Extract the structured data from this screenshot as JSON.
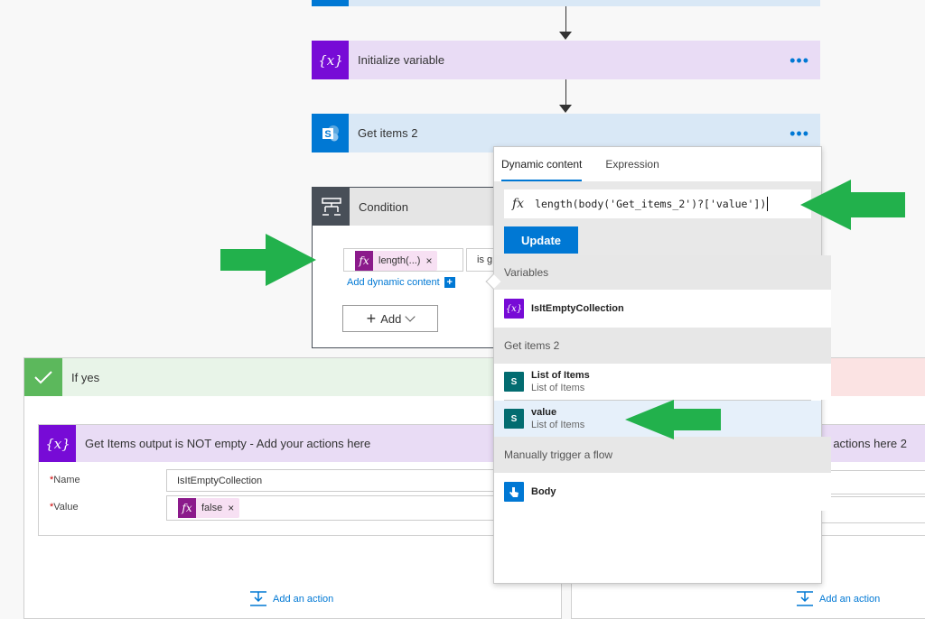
{
  "steps": {
    "initialize_variable": {
      "title": "Initialize variable",
      "more": "•••"
    },
    "get_items_2": {
      "title": "Get items 2",
      "more": "•••"
    },
    "condition": {
      "title": "Condition"
    }
  },
  "condition_card": {
    "operand_token": "length(...)",
    "token_close": "×",
    "operator": "is g",
    "add_dynamic_content": "Add dynamic content",
    "add_label": "Add"
  },
  "branches": {
    "yes": {
      "title": "If yes",
      "action_title": "Get Items output is NOT empty - Add your actions here",
      "name_label": "Name",
      "name_value": "IsItEmptyCollection",
      "value_label": "Value",
      "value_token": "false",
      "token_close": "×",
      "add_action": "Add an action"
    },
    "no": {
      "action_title_fragment": "ur actions here 2",
      "add_action": "Add an action"
    }
  },
  "popup": {
    "tabs": [
      "Dynamic content",
      "Expression"
    ],
    "fx": "fx",
    "expression": "length(body('Get_items_2')?['value'])",
    "update_label": "Update",
    "sections": [
      {
        "header": "Variables",
        "items": [
          {
            "title": "IsItEmptyCollection",
            "subtitle": ""
          }
        ]
      },
      {
        "header": "Get items 2",
        "items": [
          {
            "title": "List of Items",
            "subtitle": "List of Items"
          },
          {
            "title": "value",
            "subtitle": "List of Items"
          }
        ]
      },
      {
        "header": "Manually trigger a flow",
        "items": [
          {
            "title": "Body",
            "subtitle": ""
          }
        ]
      }
    ]
  },
  "icons": {
    "variable": "curly-braces-x",
    "sharepoint": "S",
    "fx": "fx",
    "add_glyph": "+",
    "chevron": "⌄"
  },
  "colors": {
    "variable_purple": "#770bd6",
    "sharepoint_blue": "#036c70",
    "action_blue": "#0078d4",
    "condition_dark": "#484f58",
    "yes_green": "#5cb85c",
    "arrow_green": "#22b14c"
  }
}
